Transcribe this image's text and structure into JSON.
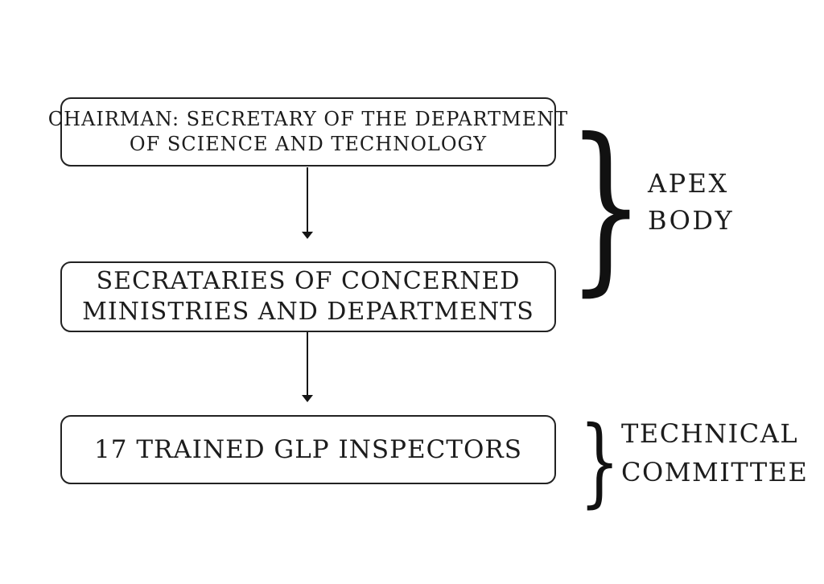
{
  "diagram": {
    "colors": {
      "ink": "#1c1c1c",
      "border": "#222222",
      "background": "#ffffff"
    },
    "brace_glyph": "}",
    "nodes": [
      {
        "id": "chairman",
        "lines": [
          "CHAIRMAN: SECRETARY OF THE DEPARTMENT",
          "OF SCIENCE AND TECHNOLOGY"
        ]
      },
      {
        "id": "secretaries",
        "lines": [
          "SECRATARIES OF CONCERNED",
          "MINISTRIES AND DEPARTMENTS"
        ]
      },
      {
        "id": "inspectors",
        "lines": [
          "17 TRAINED GLP INSPECTORS"
        ]
      }
    ],
    "connectors": [
      {
        "type": "arrow-down",
        "from": "chairman",
        "to": "secretaries"
      },
      {
        "type": "arrow-down",
        "from": "secretaries",
        "to": "inspectors"
      }
    ],
    "groups": [
      {
        "id": "apex-body",
        "lines": [
          "APEX",
          "BODY"
        ]
      },
      {
        "id": "technical-committee",
        "lines": [
          "TECHNICAL",
          "COMMITTEE"
        ]
      }
    ]
  }
}
